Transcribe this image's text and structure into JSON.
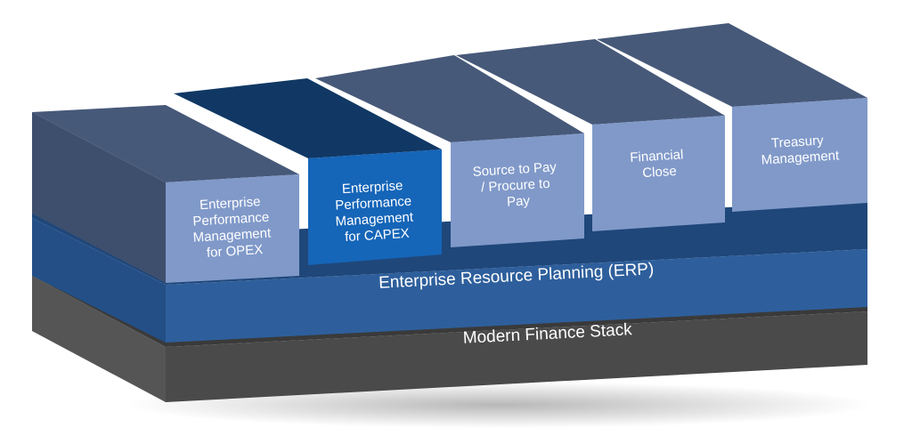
{
  "layers": {
    "base": {
      "label": "Modern Finance Stack",
      "color": "#4a4a4a"
    },
    "erp": {
      "label": "Enterprise Resource Planning (ERP)",
      "color": "#2e5f9c"
    }
  },
  "modules": [
    {
      "lines": [
        "Enterprise",
        "Performance",
        "Management",
        "for OPEX"
      ],
      "color": "#8099c9",
      "highlighted": false
    },
    {
      "lines": [
        "Enterprise",
        "Performance",
        "Management",
        "for CAPEX"
      ],
      "color": "#1565b8",
      "highlighted": true
    },
    {
      "lines": [
        "Source to Pay",
        "/ Procure to",
        "Pay"
      ],
      "color": "#8099c9",
      "highlighted": false
    },
    {
      "lines": [
        "Financial",
        "Close"
      ],
      "color": "#8099c9",
      "highlighted": false
    },
    {
      "lines": [
        "Treasury",
        "Management"
      ],
      "color": "#8099c9",
      "highlighted": false
    }
  ]
}
